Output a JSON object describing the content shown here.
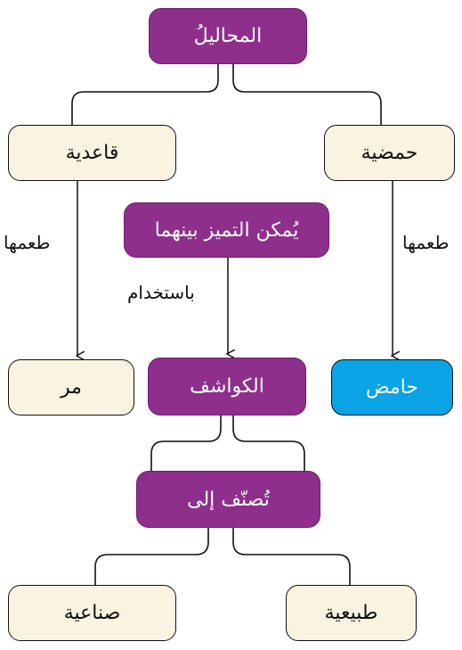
{
  "nodes": {
    "root": "المحاليلُ",
    "acidic": "حمضية",
    "basic": "قاعدية",
    "distinguish": "يُمكن التميز بينهما",
    "sour": "حامض",
    "bitter": "مر",
    "indicators": "الكواشف",
    "classified": "تُصنّف إلى",
    "natural": "طبيعية",
    "synthetic": "صناعية"
  },
  "edge_labels": {
    "taste_right": "طعمها",
    "taste_left": "طعمها",
    "using": "باستخدام"
  },
  "colors": {
    "purple": "#8e2f8c",
    "cream": "#f8f4e1",
    "blue": "#0aa3e6",
    "line": "#111111"
  }
}
